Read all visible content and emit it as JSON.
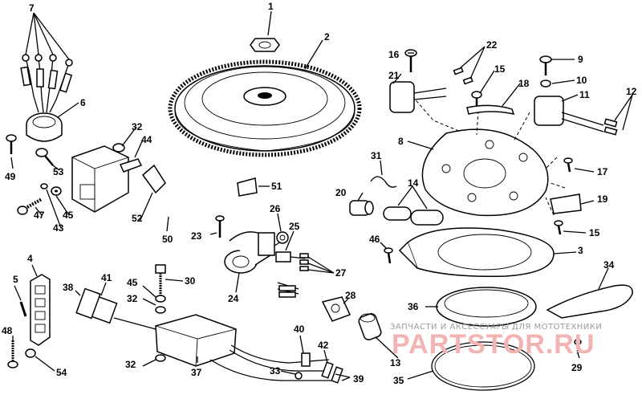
{
  "callouts": [
    {
      "id": "c1",
      "text": "1"
    },
    {
      "id": "c2",
      "text": "2"
    },
    {
      "id": "c3",
      "text": "3"
    },
    {
      "id": "c4",
      "text": "4"
    },
    {
      "id": "c5",
      "text": "5"
    },
    {
      "id": "c6",
      "text": "6"
    },
    {
      "id": "c7",
      "text": "7"
    },
    {
      "id": "c8",
      "text": "8"
    },
    {
      "id": "c9",
      "text": "9"
    },
    {
      "id": "c10",
      "text": "10"
    },
    {
      "id": "c11",
      "text": "11"
    },
    {
      "id": "c12",
      "text": "12"
    },
    {
      "id": "c13",
      "text": "13"
    },
    {
      "id": "c14",
      "text": "14"
    },
    {
      "id": "c15a",
      "text": "15"
    },
    {
      "id": "c15b",
      "text": "15"
    },
    {
      "id": "c16",
      "text": "16"
    },
    {
      "id": "c17",
      "text": "17"
    },
    {
      "id": "c18",
      "text": "18"
    },
    {
      "id": "c19",
      "text": "19"
    },
    {
      "id": "c20",
      "text": "20"
    },
    {
      "id": "c21",
      "text": "21"
    },
    {
      "id": "c22",
      "text": "22"
    },
    {
      "id": "c23",
      "text": "23"
    },
    {
      "id": "c24",
      "text": "24"
    },
    {
      "id": "c25",
      "text": "25"
    },
    {
      "id": "c26",
      "text": "26"
    },
    {
      "id": "c27",
      "text": "27"
    },
    {
      "id": "c28",
      "text": "28"
    },
    {
      "id": "c29",
      "text": "29"
    },
    {
      "id": "c30",
      "text": "30"
    },
    {
      "id": "c31",
      "text": "31"
    },
    {
      "id": "c32a",
      "text": "32"
    },
    {
      "id": "c32b",
      "text": "32"
    },
    {
      "id": "c32c",
      "text": "32"
    },
    {
      "id": "c33",
      "text": "33"
    },
    {
      "id": "c34",
      "text": "34"
    },
    {
      "id": "c35",
      "text": "35"
    },
    {
      "id": "c36",
      "text": "36"
    },
    {
      "id": "c37",
      "text": "37"
    },
    {
      "id": "c38",
      "text": "38"
    },
    {
      "id": "c39",
      "text": "39"
    },
    {
      "id": "c40",
      "text": "40"
    },
    {
      "id": "c41",
      "text": "41"
    },
    {
      "id": "c42",
      "text": "42"
    },
    {
      "id": "c43",
      "text": "43"
    },
    {
      "id": "c44",
      "text": "44"
    },
    {
      "id": "c45a",
      "text": "45"
    },
    {
      "id": "c45b",
      "text": "45"
    },
    {
      "id": "c46",
      "text": "46"
    },
    {
      "id": "c47",
      "text": "47"
    },
    {
      "id": "c48",
      "text": "48"
    },
    {
      "id": "c49",
      "text": "49"
    },
    {
      "id": "c50",
      "text": "50"
    },
    {
      "id": "c51",
      "text": "51"
    },
    {
      "id": "c52",
      "text": "52"
    },
    {
      "id": "c53",
      "text": "53"
    },
    {
      "id": "c54",
      "text": "54"
    }
  ],
  "watermark": {
    "caption": "ЗАПЧАСТИ И АКСЕССУАРЫ ДЛЯ МОТОТЕХНИКИ",
    "logo": "PARTSTOR.RU"
  }
}
